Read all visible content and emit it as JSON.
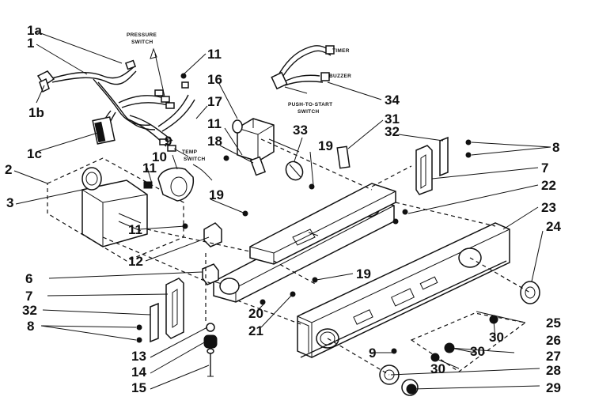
{
  "callouts": [
    {
      "id": "c1a",
      "text": "1a"
    },
    {
      "id": "c1",
      "text": "1"
    },
    {
      "id": "c1b",
      "text": "1b"
    },
    {
      "id": "c1c",
      "text": "1c"
    },
    {
      "id": "c2",
      "text": "2"
    },
    {
      "id": "c3",
      "text": "3"
    },
    {
      "id": "c11a",
      "text": "11"
    },
    {
      "id": "c16",
      "text": "16"
    },
    {
      "id": "c17",
      "text": "17"
    },
    {
      "id": "c11b",
      "text": "11"
    },
    {
      "id": "c18",
      "text": "18"
    },
    {
      "id": "c9a",
      "text": "9"
    },
    {
      "id": "c10",
      "text": "10"
    },
    {
      "id": "c11c",
      "text": "11"
    },
    {
      "id": "c19a",
      "text": "19"
    },
    {
      "id": "c33",
      "text": "33"
    },
    {
      "id": "c19b",
      "text": "19"
    },
    {
      "id": "c34",
      "text": "34"
    },
    {
      "id": "c31",
      "text": "31"
    },
    {
      "id": "c32a",
      "text": "32"
    },
    {
      "id": "c8a",
      "text": "8"
    },
    {
      "id": "c7a",
      "text": "7"
    },
    {
      "id": "c22",
      "text": "22"
    },
    {
      "id": "c23",
      "text": "23"
    },
    {
      "id": "c24",
      "text": "24"
    },
    {
      "id": "c11d",
      "text": "11"
    },
    {
      "id": "c12",
      "text": "12"
    },
    {
      "id": "c6",
      "text": "6"
    },
    {
      "id": "c7b",
      "text": "7"
    },
    {
      "id": "c32b",
      "text": "32"
    },
    {
      "id": "c8b",
      "text": "8"
    },
    {
      "id": "c19c",
      "text": "19"
    },
    {
      "id": "c20",
      "text": "20"
    },
    {
      "id": "c21",
      "text": "21"
    },
    {
      "id": "c13",
      "text": "13"
    },
    {
      "id": "c14",
      "text": "14"
    },
    {
      "id": "c15",
      "text": "15"
    },
    {
      "id": "c25",
      "text": "25"
    },
    {
      "id": "c30a",
      "text": "30"
    },
    {
      "id": "c26",
      "text": "26"
    },
    {
      "id": "c30b",
      "text": "30"
    },
    {
      "id": "c27",
      "text": "27"
    },
    {
      "id": "c9b",
      "text": "9"
    },
    {
      "id": "c30c",
      "text": "30"
    },
    {
      "id": "c28",
      "text": "28"
    },
    {
      "id": "c29",
      "text": "29"
    }
  ],
  "small_labels": {
    "pressure_switch_1": "PRESSURE",
    "pressure_switch_2": "SWITCH",
    "timer": "TIMER",
    "buzzer": "BUZZER",
    "push_to_start_1": "PUSH-TO-START",
    "push_to_start_2": "SWITCH",
    "temp_switch_1": "TEMP",
    "temp_switch_2": "SWITCH"
  }
}
